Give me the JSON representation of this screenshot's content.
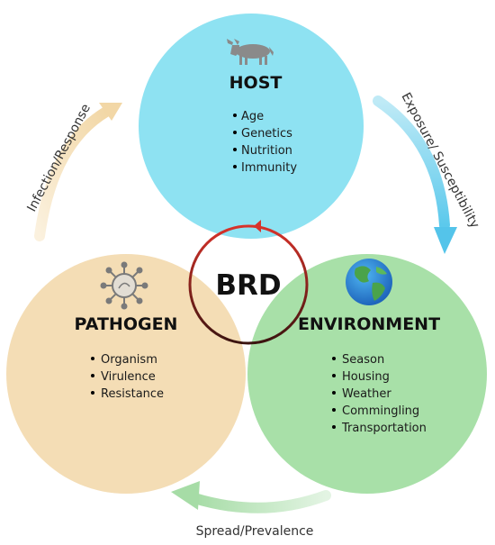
{
  "center": {
    "label": "BRD"
  },
  "host": {
    "title": "HOST",
    "items": [
      "Age",
      "Genetics",
      "Nutrition",
      "Immunity"
    ],
    "color": "#8ee0f0",
    "icon": "bull-icon"
  },
  "pathogen": {
    "title": "PATHOGEN",
    "items": [
      "Organism",
      "Virulence",
      "Resistance"
    ],
    "color": "#f4ddb5",
    "icon": "virus-icon"
  },
  "environment": {
    "title": "ENVIRONMENT",
    "items": [
      "Season",
      "Housing",
      "Weather",
      "Commingling",
      "Transportation"
    ],
    "color": "#a8e0a8",
    "icon": "globe-icon"
  },
  "arrows": {
    "infection": "Infection/Response",
    "exposure": "Exposure/ Susceptibility",
    "spread": "Spread/Prevalence"
  },
  "colors": {
    "host_arrow": "#8fd8ee",
    "pathogen_arrow": "#f6e3c4",
    "environment_arrow": "#bfe8bf",
    "cycle_start": "#d23a2a",
    "cycle_end": "#3a1410"
  }
}
